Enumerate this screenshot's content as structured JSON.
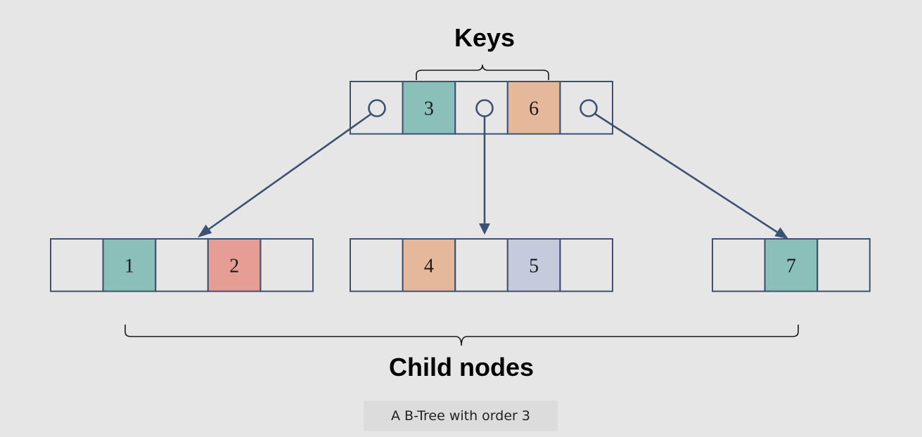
{
  "title_keys": "Keys",
  "title_children": "Child nodes",
  "caption": "A B-Tree with order 3",
  "colors": {
    "background": "#e6e6e6",
    "stroke": "#3f5170",
    "teal": "#8bbfba",
    "peach": "#e6b89a",
    "red": "#e69d93",
    "lavender": "#c5cbdd"
  },
  "root_node": {
    "cells": [
      {
        "kind": "pointer"
      },
      {
        "kind": "key",
        "label": "3",
        "color": "#8bbfba"
      },
      {
        "kind": "pointer"
      },
      {
        "kind": "key",
        "label": "6",
        "color": "#e6b89a"
      },
      {
        "kind": "pointer"
      }
    ]
  },
  "child_nodes": [
    {
      "cells": [
        {
          "kind": "empty"
        },
        {
          "kind": "key",
          "label": "1",
          "color": "#8bbfba"
        },
        {
          "kind": "empty"
        },
        {
          "kind": "key",
          "label": "2",
          "color": "#e69d93"
        },
        {
          "kind": "empty"
        }
      ]
    },
    {
      "cells": [
        {
          "kind": "empty"
        },
        {
          "kind": "key",
          "label": "4",
          "color": "#e6b89a"
        },
        {
          "kind": "empty"
        },
        {
          "kind": "key",
          "label": "5",
          "color": "#c5cbdd"
        },
        {
          "kind": "empty"
        }
      ]
    },
    {
      "cells": [
        {
          "kind": "empty"
        },
        {
          "kind": "key",
          "label": "7",
          "color": "#8bbfba"
        },
        {
          "kind": "empty"
        }
      ]
    }
  ]
}
